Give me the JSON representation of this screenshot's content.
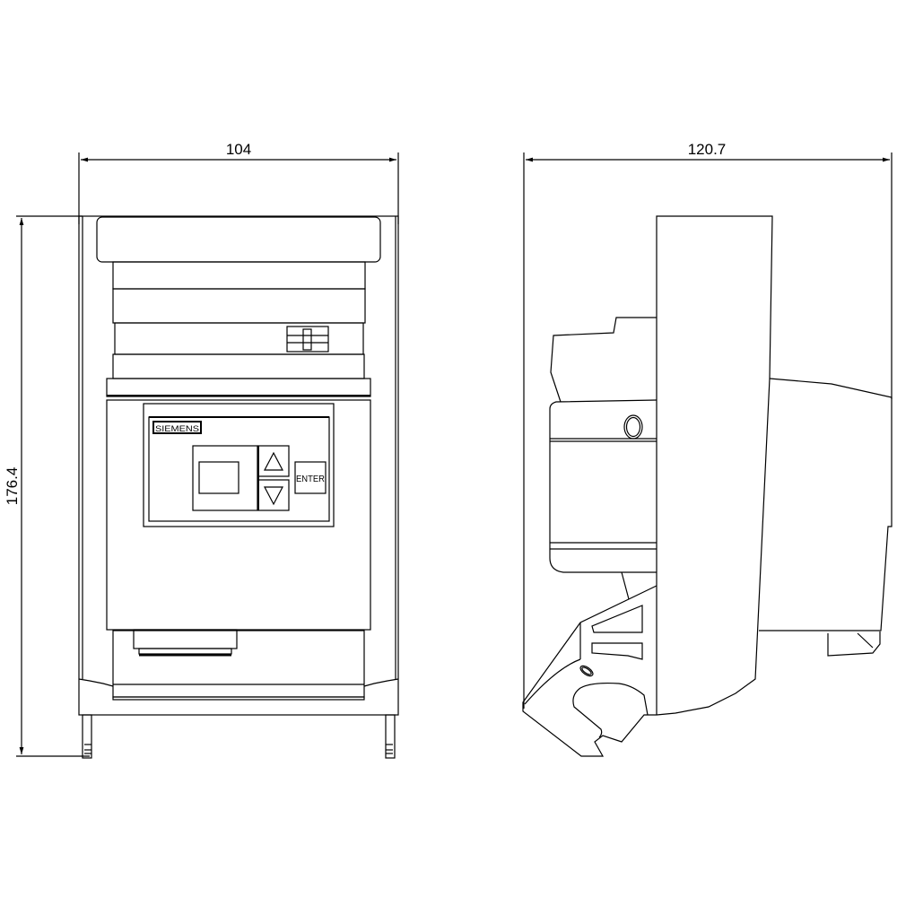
{
  "dimensions": {
    "front_width": "104",
    "side_depth": "120.7",
    "height": "176.4"
  },
  "front_panel": {
    "brand": "SIEMENS",
    "enter_label": "ENTER"
  },
  "colors": {
    "line": "#000000",
    "background": "#ffffff"
  }
}
